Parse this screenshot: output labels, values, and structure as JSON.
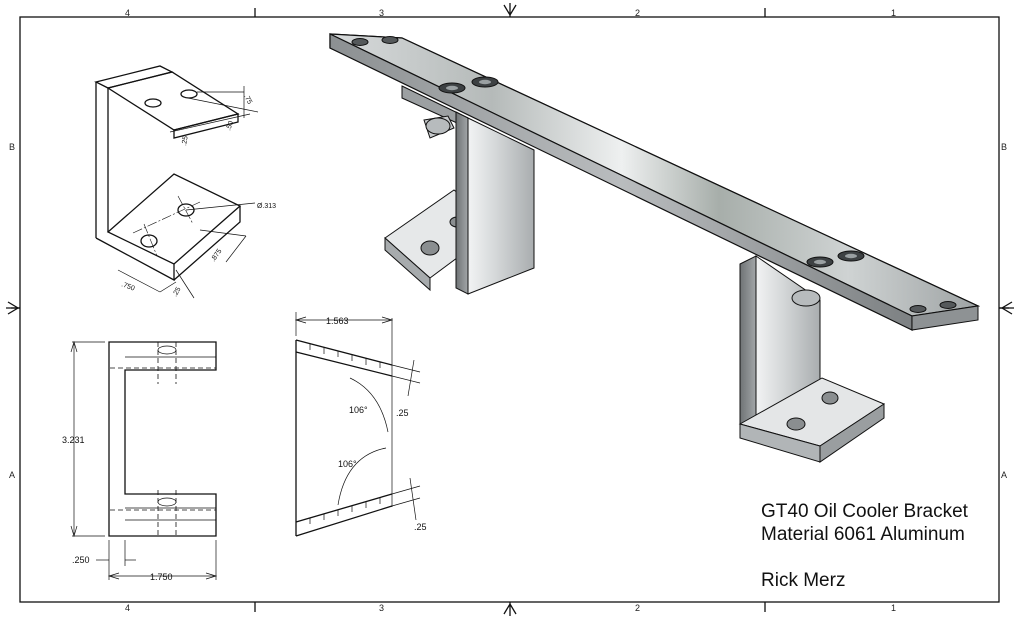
{
  "drawing": {
    "zones_top": [
      "4",
      "3",
      "2",
      "1"
    ],
    "zones_bottom": [
      "4",
      "3",
      "2",
      "1"
    ],
    "zones_left": [
      "B",
      "A"
    ],
    "zones_right": [
      "B",
      "A"
    ]
  },
  "title_block": {
    "line1": "GT40 Oil Cooler Bracket",
    "line2": "Material 6061 Aluminum",
    "author": "Rick Merz"
  },
  "iso_view": {
    "dims": [
      ".75",
      ".50",
      ".25",
      "Ø.313",
      ".875",
      ".750",
      ".25"
    ]
  },
  "front_view": {
    "height": "3.231",
    "thickness": ".250",
    "width": "1.750"
  },
  "angle_view": {
    "width": "1.563",
    "angle_top": "106°",
    "angle_bottom": "106°",
    "thickness_top": ".25",
    "thickness_bottom": ".25"
  },
  "colors": {
    "line": "#111111",
    "metal_light": "#e2e4e6",
    "metal_dark": "#8a8d90"
  }
}
